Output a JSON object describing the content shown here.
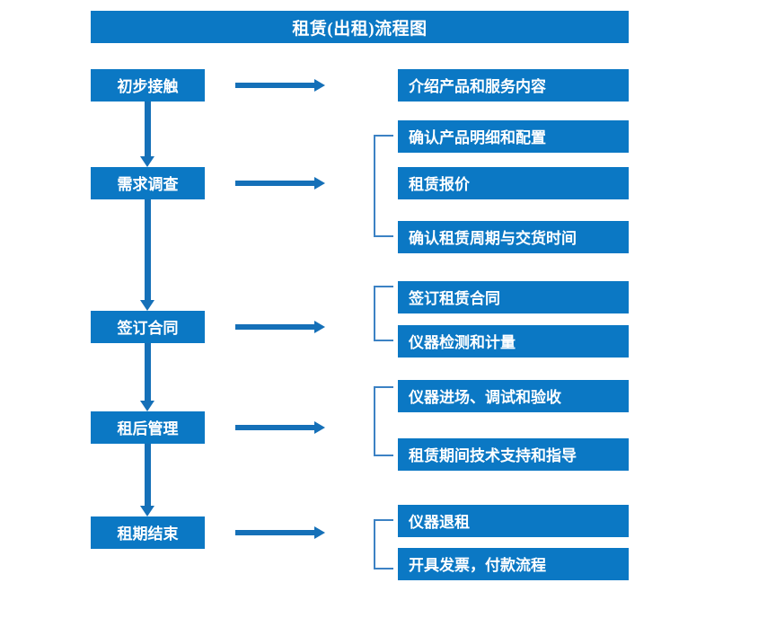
{
  "title": "租赁(出租)流程图",
  "theme": {
    "box_fill": "#0B78C4",
    "box_text": "#FFFFFF",
    "arrow": "#1570B8",
    "bracket": "#3C82C4",
    "background": "#FFFFFF"
  },
  "stages": [
    {
      "label": "初步接触",
      "details": [
        "介绍产品和服务内容"
      ]
    },
    {
      "label": "需求调查",
      "details": [
        "确认产品明细和配置",
        "租赁报价",
        "确认租赁周期与交货时间"
      ]
    },
    {
      "label": "签订合同",
      "details": [
        "签订租赁合同",
        "仪器检测和计量"
      ]
    },
    {
      "label": "租后管理",
      "details": [
        "仪器进场、调试和验收",
        "租赁期间技术支持和指导"
      ]
    },
    {
      "label": "租期结束",
      "details": [
        "仪器退租",
        "开具发票，付款流程"
      ]
    }
  ],
  "detail_boxes": {
    "b0": "介绍产品和服务内容",
    "b1": "确认产品明细和配置",
    "b2": "租赁报价",
    "b3": "确认租赁周期与交货时间",
    "b4": "签订租赁合同",
    "b5": "仪器检测和计量",
    "b6": "仪器进场、调试和验收",
    "b7": "租赁期间技术支持和指导",
    "b8": "仪器退租",
    "b9": "开具发票，付款流程"
  }
}
